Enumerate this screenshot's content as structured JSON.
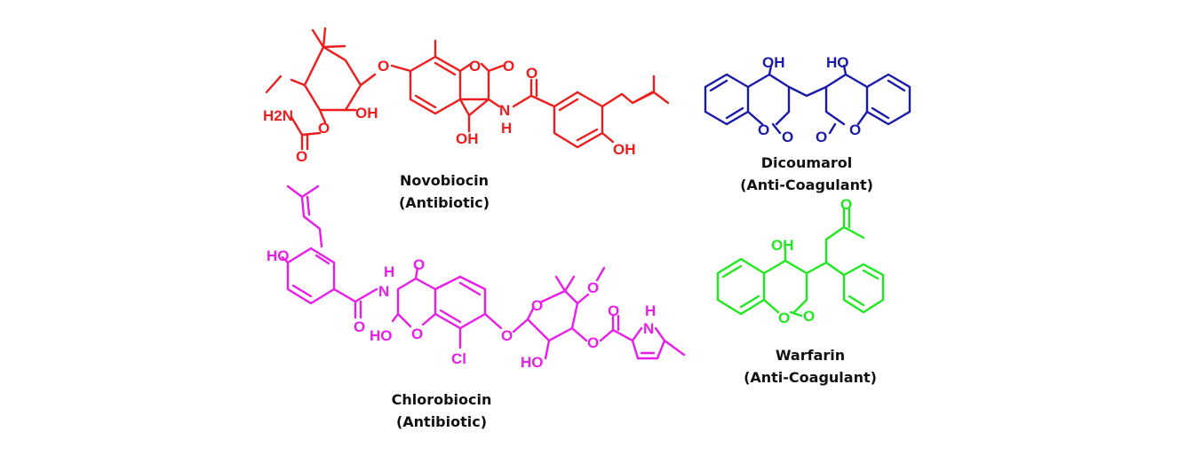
{
  "colors": {
    "novobiocin": "#ee1c1c",
    "dicoumarol": "#1a1aaa",
    "chlorobiocin": "#e81ee8",
    "warfarin": "#1ee81e",
    "caption": "#111111"
  },
  "molecules": {
    "novobiocin": {
      "name": "Novobiocin",
      "role": "(Antibiotic)",
      "atoms": {
        "o_ether": "O",
        "o_ring_left": "O",
        "o_carbonyl": "O",
        "oh_sugar": "OH",
        "h2n": "H2N",
        "o_carbamate_link": "O",
        "o_carbamate": "O",
        "oh_coumarin": "OH",
        "n": "N",
        "h": "H",
        "o_amide": "O",
        "oh_phenol": "OH"
      }
    },
    "dicoumarol": {
      "name": "Dicoumarol",
      "role": "(Anti-Coagulant)",
      "atoms": {
        "oh_left": "OH",
        "oh_right": "HO",
        "o_ring_left": "O",
        "o_carbonyl_left": "O",
        "o_carbonyl_right": "O",
        "o_ring_right": "O"
      }
    },
    "chlorobiocin": {
      "name": "Chlorobiocin",
      "role": "(Antibiotic)",
      "atoms": {
        "ho_phenol": "HO",
        "h_amide": "H",
        "n_amide": "N",
        "o_amide": "O",
        "o_keto": "O",
        "ho_coumarin": "HO",
        "o_ring": "O",
        "cl": "Cl",
        "o_link": "O",
        "o_sugar_ring": "O",
        "o_methoxy": "O",
        "ho_sugar": "HO",
        "o_ester": "O",
        "o_ester_carbonyl": "O",
        "h_pyrrole": "H",
        "n_pyrrole": "N"
      }
    },
    "warfarin": {
      "name": "Warfarin",
      "role": "(Anti-Coagulant)",
      "atoms": {
        "oh": "OH",
        "o_ketone": "O",
        "o_ring": "O",
        "o_carbonyl": "O"
      }
    }
  }
}
